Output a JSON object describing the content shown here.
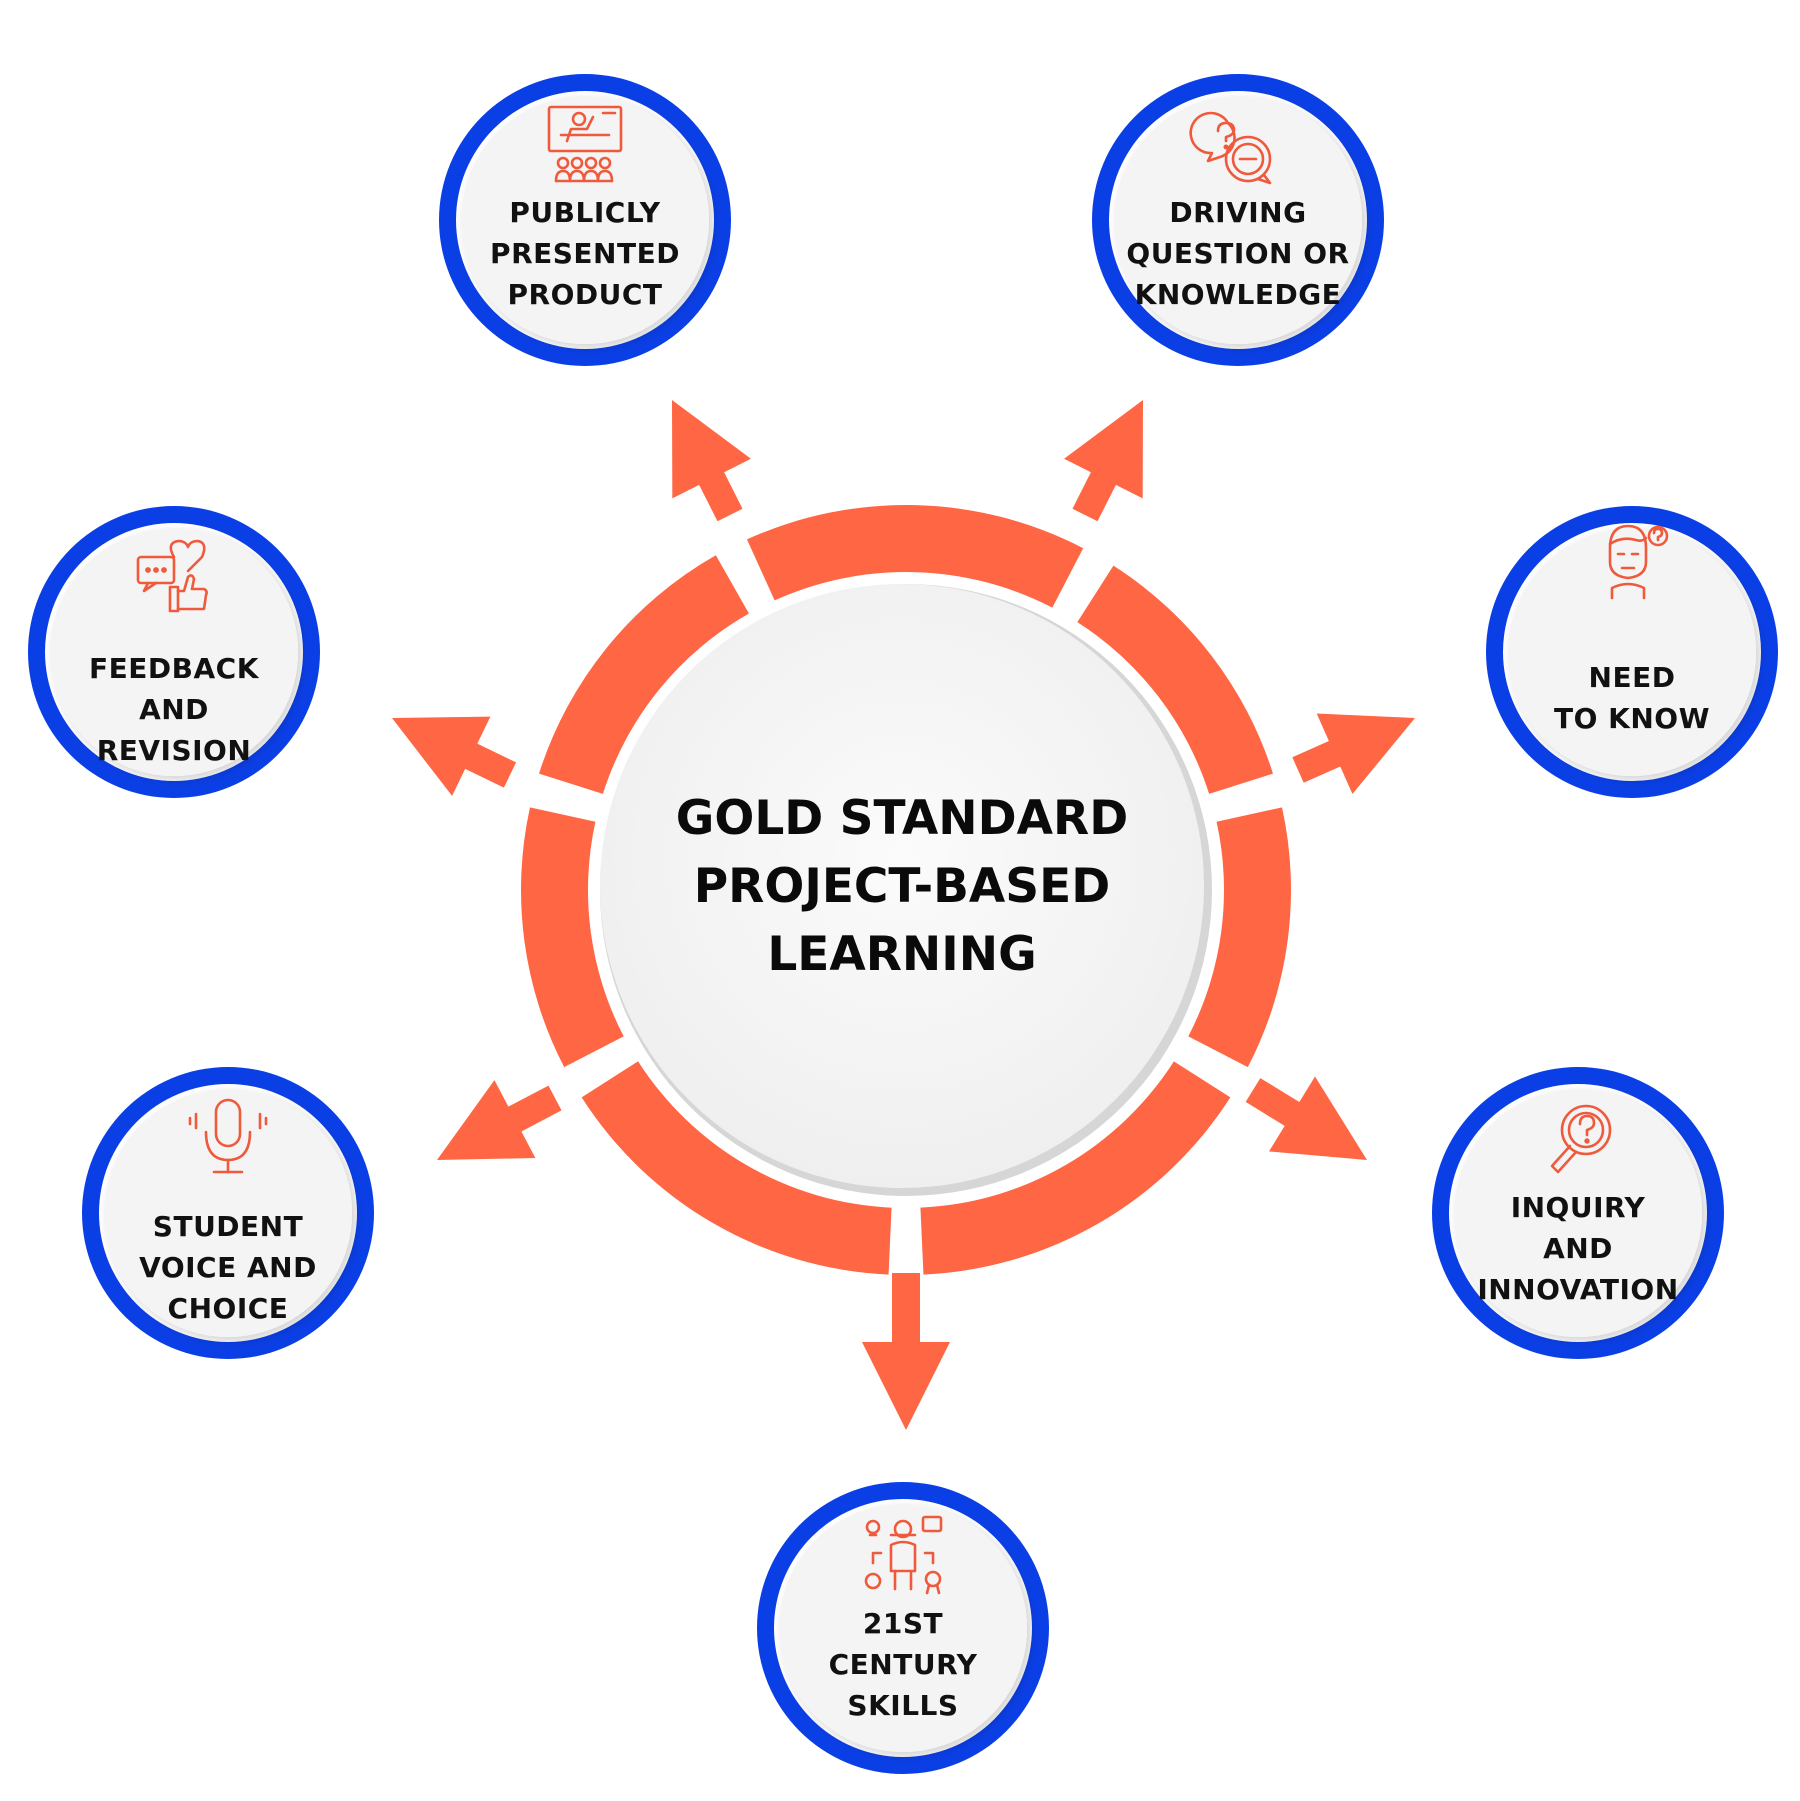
{
  "center": {
    "lines": [
      "GOLD STANDARD",
      "PROJECT-BASED",
      "LEARNING"
    ]
  },
  "nodes": [
    {
      "id": "publicly-presented-product",
      "icon": "presentation-audience-icon",
      "lines": [
        "PUBLICLY",
        "PRESENTED",
        "PRODUCT"
      ]
    },
    {
      "id": "driving-question-or-knowledge",
      "icon": "question-chat-bubbles-icon",
      "lines": [
        "DRIVING",
        "QUESTION OR",
        "KNOWLEDGE"
      ]
    },
    {
      "id": "need-to-know",
      "icon": "confused-person-question-icon",
      "lines": [
        "NEED",
        "TO KNOW"
      ]
    },
    {
      "id": "inquiry-and-innovation",
      "icon": "magnifier-question-icon",
      "lines": [
        "INQUIRY",
        "AND",
        "INNOVATION"
      ]
    },
    {
      "id": "21st-century-skills",
      "icon": "person-skills-icon",
      "lines": [
        "21ST",
        "CENTURY",
        "SKILLS"
      ]
    },
    {
      "id": "student-voice-and-choice",
      "icon": "microphone-icon",
      "lines": [
        "STUDENT",
        "VOICE AND",
        "CHOICE"
      ]
    },
    {
      "id": "feedback-and-revision",
      "icon": "feedback-chat-thumbs-up-icon",
      "lines": [
        "FEEDBACK",
        "AND",
        "REVISION"
      ]
    }
  ],
  "colors": {
    "ring": "#ff6644",
    "node_border": "#0b3fe6",
    "icon": "#f05a3c",
    "disc_fill": "#f4f4f4",
    "text": "#111111"
  }
}
